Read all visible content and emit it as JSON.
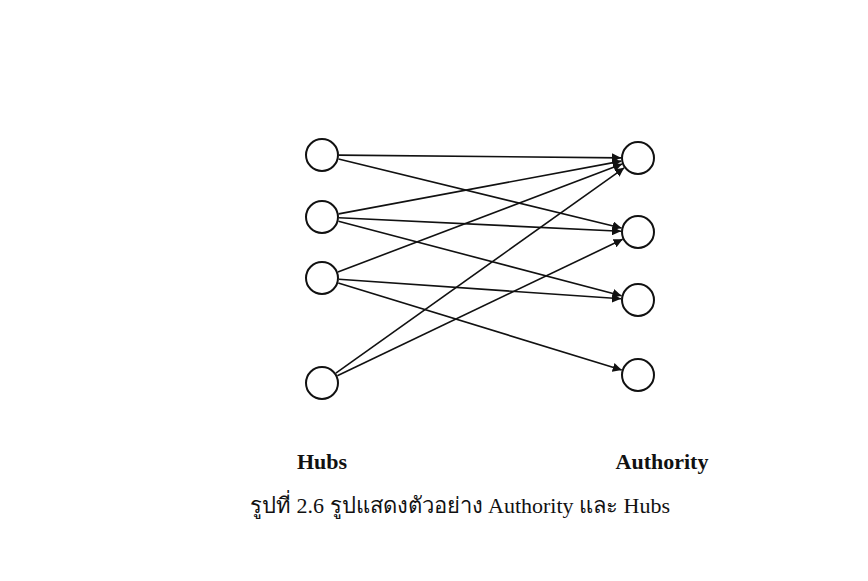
{
  "diagram": {
    "caption": "รูปที่ 2.6  รูปแสดงตัวอย่าง Authority และ Hubs",
    "nodes": [
      {
        "text": []
      },
      {
        "text": []
      },
      {
        "text": []
      },
      {
        "text": []
      },
      {
        "text": []
      },
      {
        "text": []
      },
      {
        "text": []
      },
      {
        "text": []
      }
    ],
    "edges": [
      {
        "from": 0,
        "to": 4,
        "arrow": "to"
      },
      {
        "from": 0,
        "to": 5,
        "arrow": "to"
      },
      {
        "from": 1,
        "to": 4,
        "arrow": "to"
      },
      {
        "from": 1,
        "to": 5,
        "arrow": "to"
      },
      {
        "from": 1,
        "to": 6,
        "arrow": "to"
      },
      {
        "from": 2,
        "to": 4,
        "arrow": "to"
      },
      {
        "from": 2,
        "to": 6,
        "arrow": "to"
      },
      {
        "from": 2,
        "to": 7,
        "arrow": "to"
      },
      {
        "from": 3,
        "to": 4,
        "arrow": "to"
      },
      {
        "from": 3,
        "to": 5,
        "arrow": "to"
      }
    ],
    "labels": [
      "Hubs",
      "Authority"
    ]
  }
}
